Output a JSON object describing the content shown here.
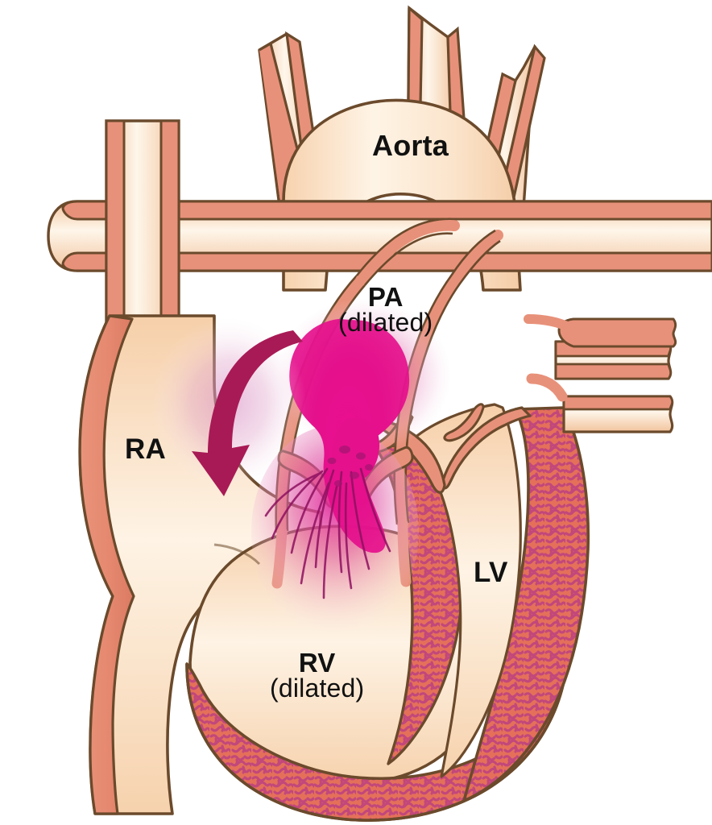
{
  "illustration": {
    "title": "Pulmonary regurgitation: dilated pulmonary artery and right ventricle",
    "type": "medical-anatomical-cross-section",
    "background_color": "#ffffff"
  },
  "labels": {
    "aorta": {
      "main": "Aorta"
    },
    "pa": {
      "main": "PA",
      "sub": "(dilated)"
    },
    "ra": {
      "main": "RA"
    },
    "lv": {
      "main": "LV"
    },
    "rv": {
      "main": "RV",
      "sub": "(dilated)"
    }
  },
  "palette": {
    "outline": "#6B4A2C",
    "vessel_wall": "#E8917A",
    "vessel_wall_dark": "#DE7F66",
    "chamber_fill": "#FBE2C6",
    "chamber_light": "#FEF3E4",
    "myocardium": "#E4705A",
    "myocardium_streak": "#C0437E",
    "jet_core": "#E5108C",
    "jet_mid": "#E060A8",
    "jet_halo": "#F0BBD8",
    "arrow": "#A81A55",
    "glow_lavender": "#DDA8CF",
    "label_text": "#111111"
  },
  "structures": [
    {
      "name": "aortic-arch",
      "label": "Aorta",
      "region": "top-center"
    },
    {
      "name": "brachiocephalic-branch",
      "label": "",
      "region": "arch-branch-left"
    },
    {
      "name": "left-carotid-branch",
      "label": "",
      "region": "arch-branch-center"
    },
    {
      "name": "left-subclavian-branch",
      "label": "",
      "region": "arch-branch-right"
    },
    {
      "name": "superior-vena-cava",
      "label": "",
      "region": "left-upper"
    },
    {
      "name": "inferior-vena-cava",
      "label": "",
      "region": "left-lower"
    },
    {
      "name": "right-pulmonary-artery",
      "label": "",
      "region": "horizontal-left"
    },
    {
      "name": "pulmonary-veins",
      "label": "",
      "region": "right-edge"
    },
    {
      "name": "pulmonary-artery",
      "label": "PA (dilated)",
      "region": "center"
    },
    {
      "name": "right-atrium",
      "label": "RA",
      "region": "left-mid"
    },
    {
      "name": "right-ventricle",
      "label": "RV (dilated)",
      "region": "bottom-center"
    },
    {
      "name": "left-ventricle",
      "label": "LV",
      "region": "right-mid"
    },
    {
      "name": "mitral-valve",
      "label": "",
      "region": "right-mid-upper"
    },
    {
      "name": "pulmonary-valve",
      "label": "",
      "region": "center-mid"
    },
    {
      "name": "interventricular-septum",
      "label": "",
      "region": "bottom-center-right"
    },
    {
      "name": "regurgitant-jet",
      "label": "",
      "region": "center"
    },
    {
      "name": "flow-arrow",
      "label": "",
      "region": "left-mid"
    }
  ]
}
